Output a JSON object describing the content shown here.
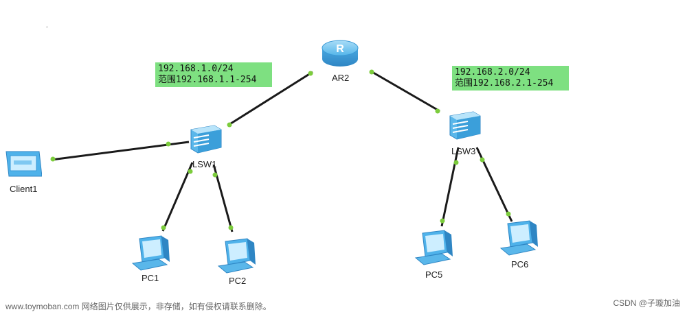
{
  "devices": {
    "router": {
      "label": "AR2",
      "icon": "router-icon",
      "glyph": "R"
    },
    "switch1": {
      "label": "LSW1",
      "icon": "switch-icon"
    },
    "switch3": {
      "label": "LSW3",
      "icon": "switch-icon"
    },
    "client": {
      "label": "Client1",
      "icon": "client-icon"
    },
    "pc1": {
      "label": "PC1",
      "icon": "pc-icon"
    },
    "pc2": {
      "label": "PC2",
      "icon": "pc-icon"
    },
    "pc5": {
      "label": "PC5",
      "icon": "pc-icon"
    },
    "pc6": {
      "label": "PC6",
      "icon": "pc-icon"
    }
  },
  "subnets": {
    "left": {
      "network": "192.168.1.0/24",
      "range": "范围192.168.1.1-254"
    },
    "right": {
      "network": "192.168.2.0/24",
      "range": "范围192.168.2.1-254"
    }
  },
  "footer": {
    "watermark": "www.toymoban.com 网络图片仅供展示，非存储，如有侵权请联系删除。",
    "credit": "CSDN @子璇加油"
  },
  "colors": {
    "link": "#1a1a1a",
    "port": "#7ccc3c",
    "subnet_box": "#7ee081",
    "device_blue": "#3fa9e6"
  }
}
